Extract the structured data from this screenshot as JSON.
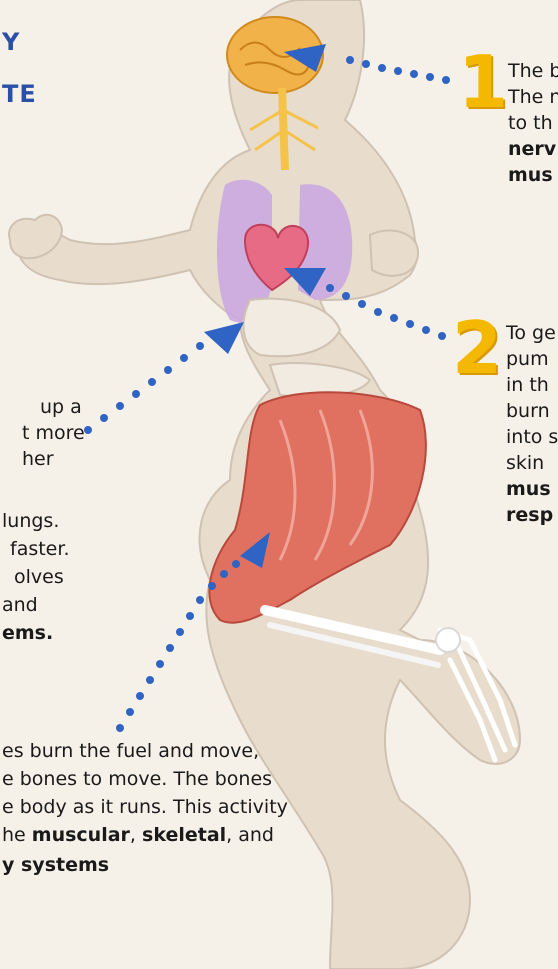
{
  "headings": {
    "line1": "Y",
    "line2": "TE"
  },
  "step1": {
    "number": "1",
    "lines": [
      "The b",
      "The n",
      "to th",
      "nerv",
      "mus"
    ]
  },
  "step2": {
    "number": "2",
    "lines": [
      "To ge",
      "pum",
      "in th",
      "burn",
      "into s",
      "skin",
      "mus",
      "resp"
    ]
  },
  "left_text": {
    "lines": [
      "up a",
      "t more",
      "her",
      "",
      "lungs.",
      "faster.",
      "olves",
      "and",
      "ems."
    ]
  },
  "bottom_text": {
    "line1": "es burn the fuel and move,",
    "line2": "e bones to move. The bones",
    "line3": "e body as it runs. This activity",
    "line4_a": "he ",
    "line4_b": "muscular",
    "line4_c": ", ",
    "line4_d": "skeletal",
    "line4_e": ", and",
    "line5": "y systems"
  },
  "colors": {
    "accent_blue": "#2a4fa6",
    "number_yellow": "#f5b800",
    "dot_blue": "#2f63c4",
    "body_fill": "#e8dccd",
    "muscle": "#e07060",
    "lungs": "#c9a6e0",
    "brain": "#f2b24a"
  }
}
